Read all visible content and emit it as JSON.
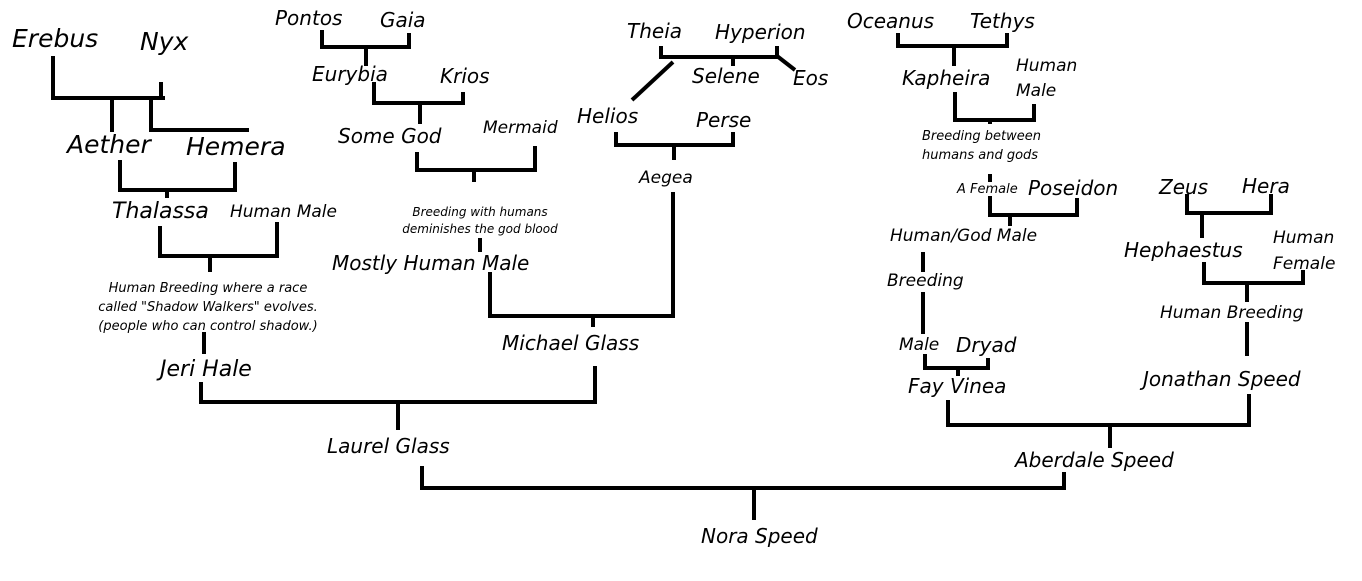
{
  "names": {
    "erebus": "Erebus",
    "nyx": "Nyx",
    "aether": "Aether",
    "hemera": "Hemera",
    "thalassa": "Thalassa",
    "human_male_1": "Human Male",
    "pontos": "Pontos",
    "gaia": "Gaia",
    "eurybia": "Eurybia",
    "krios": "Krios",
    "some_god": "Some God",
    "mermaid": "Mermaid",
    "mostly_human_male": "Mostly Human Male",
    "theia": "Theia",
    "hyperion": "Hyperion",
    "selene": "Selene",
    "eos": "Eos",
    "helios": "Helios",
    "perse": "Perse",
    "aegea": "Aegea",
    "michael_glass": "Michael Glass",
    "jeri_hale": "Jeri Hale",
    "laurel_glass": "Laurel Glass",
    "oceanus": "Oceanus",
    "tethys": "Tethys",
    "kapheira": "Kapheira",
    "human_male_2a": "Human",
    "human_male_2b": "Male",
    "a_female": "A Female",
    "poseidon": "Poseidon",
    "human_god_male": "Human/God Male",
    "breeding": "Breeding",
    "male": "Male",
    "dryad": "Dryad",
    "fay_vinea": "Fay Vinea",
    "zeus": "Zeus",
    "hera": "Hera",
    "hephaestus": "Hephaestus",
    "human_female_a": "Human",
    "human_female_b": "Female",
    "human_breeding_2": "Human Breeding",
    "jonathan_speed": "Jonathan Speed",
    "aberdale_speed": "Aberdale Speed",
    "nora_speed": "Nora Speed"
  },
  "notes": {
    "shadow_1": "Human Breeding where a race",
    "shadow_2": "called \"Shadow Walkers\" evolves.",
    "shadow_3": "(people who can control shadow.)",
    "deminish_1": "Breeding with humans",
    "deminish_2": "deminishes the god blood",
    "gods_1": "Breeding between",
    "gods_2": "humans and gods"
  }
}
